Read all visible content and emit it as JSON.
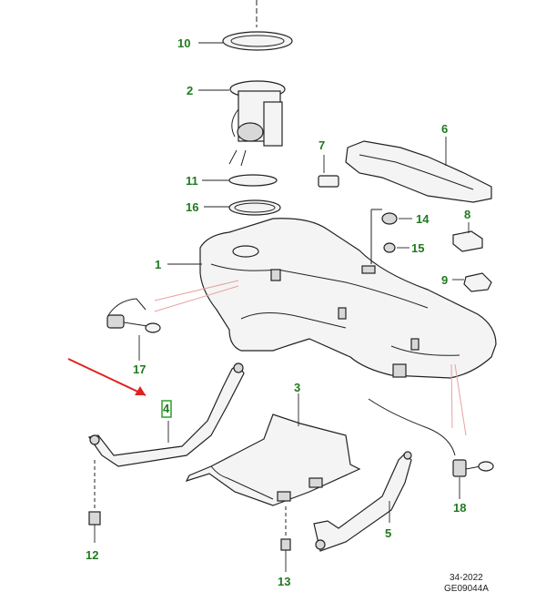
{
  "callouts": [
    {
      "label": "10"
    },
    {
      "label": "2"
    },
    {
      "label": "11"
    },
    {
      "label": "16"
    },
    {
      "label": "1"
    },
    {
      "label": "7"
    },
    {
      "label": "6"
    },
    {
      "label": "14"
    },
    {
      "label": "15"
    },
    {
      "label": "8"
    },
    {
      "label": "9"
    },
    {
      "label": "17"
    },
    {
      "label": "4"
    },
    {
      "label": "3"
    },
    {
      "label": "12"
    },
    {
      "label": "5"
    },
    {
      "label": "18"
    },
    {
      "label": "13"
    }
  ],
  "reference": {
    "page": "34-2022",
    "code": "GE09044A"
  },
  "colors": {
    "callout_text": "#1f7a1f",
    "highlight_box": "#2e9e2e",
    "arrow": "#e0221f",
    "leader_pink": "#e9a0a0"
  }
}
